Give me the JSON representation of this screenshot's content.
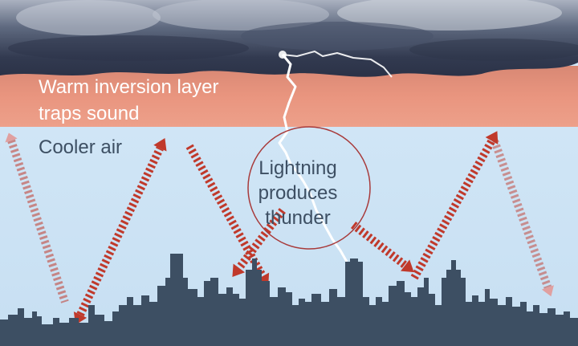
{
  "labels": {
    "inversion_line1": "Warm inversion layer",
    "inversion_line2": "traps sound",
    "cooler_air": "Cooler air",
    "lightning_line1": "Lightning",
    "lightning_line2": "produces",
    "lightning_line3": "thunder"
  },
  "colors": {
    "sky_cool": "#cfe5f6",
    "inversion_layer": "#e8907a",
    "storm_cloud": "#3a4258",
    "skyline": "#3d4f63",
    "sound_wave": "#c0392b",
    "lightning": "#ffffff"
  },
  "icons": [
    "storm-cloud",
    "lightning-bolt",
    "city-skyline",
    "sound-wave-arrow"
  ]
}
